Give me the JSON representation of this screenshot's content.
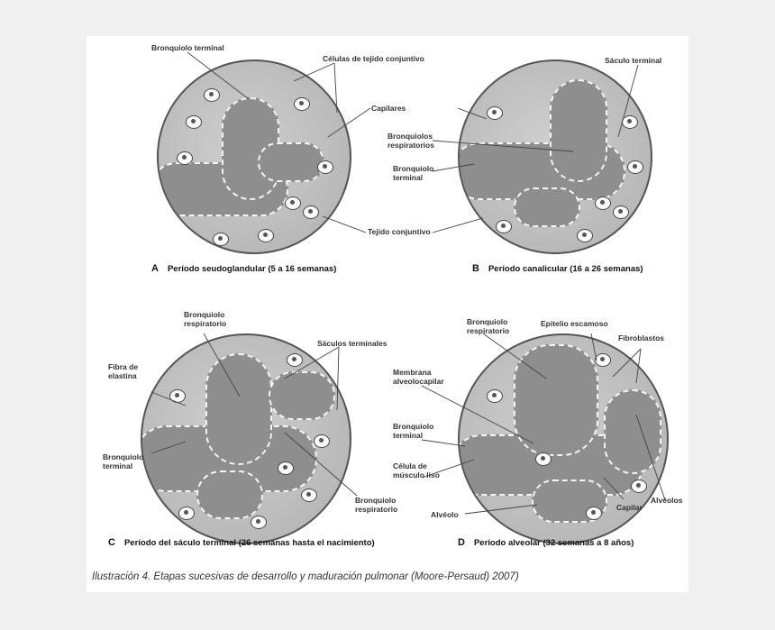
{
  "panels": {
    "a": {
      "letter": "A",
      "caption": "Período seudoglandular (5 a 16 semanas)",
      "labels": {
        "bronquiolo_terminal": "Bronquiolo terminal",
        "celulas_tejido": "Células de tejido conjuntivo",
        "capilares": "Capilares",
        "tejido_conjuntivo": "Tejido conjuntivo"
      }
    },
    "b": {
      "letter": "B",
      "caption": "Período canalicular (16 a 26 semanas)",
      "labels": {
        "saculo_terminal": "Sáculo terminal",
        "bronquiolos_respiratorios": "Bronquiolos respiratorios",
        "bronquiolo_terminal": "Bronquiolo terminal"
      }
    },
    "c": {
      "letter": "C",
      "caption": "Período del sáculo terminal (26 semanas hasta el nacimiento)",
      "labels": {
        "bronquiolo_respiratorio_top": "Bronquiolo respiratorio",
        "saculos_terminales": "Sáculos terminales",
        "fibra_elastina": "Fibra de elastina",
        "bronquiolo_terminal": "Bronquiolo terminal",
        "bronquiolo_respiratorio_bottom": "Bronquiolo respiratorio"
      }
    },
    "d": {
      "letter": "D",
      "caption": "Período alveolar (32 semanas a 8 años)",
      "labels": {
        "bronquiolo_respiratorio": "Bronquiolo respiratorio",
        "epitelio_escamoso": "Epitelio escamoso",
        "fibroblastos": "Fibroblastos",
        "membrana_alveolocapilar": "Membrana alveolocapilar",
        "bronquiolo_terminal": "Bronquiolo terminal",
        "celula_musculo_liso": "Célula de músculo liso",
        "alveolo": "Alvéolo",
        "capilar": "Capilar",
        "alveolos": "Alvéolos"
      }
    }
  },
  "figure_caption": "Ilustración 4. Etapas sucesivas de desarrollo y maduración pulmonar (Moore-Persaud) 2007)"
}
